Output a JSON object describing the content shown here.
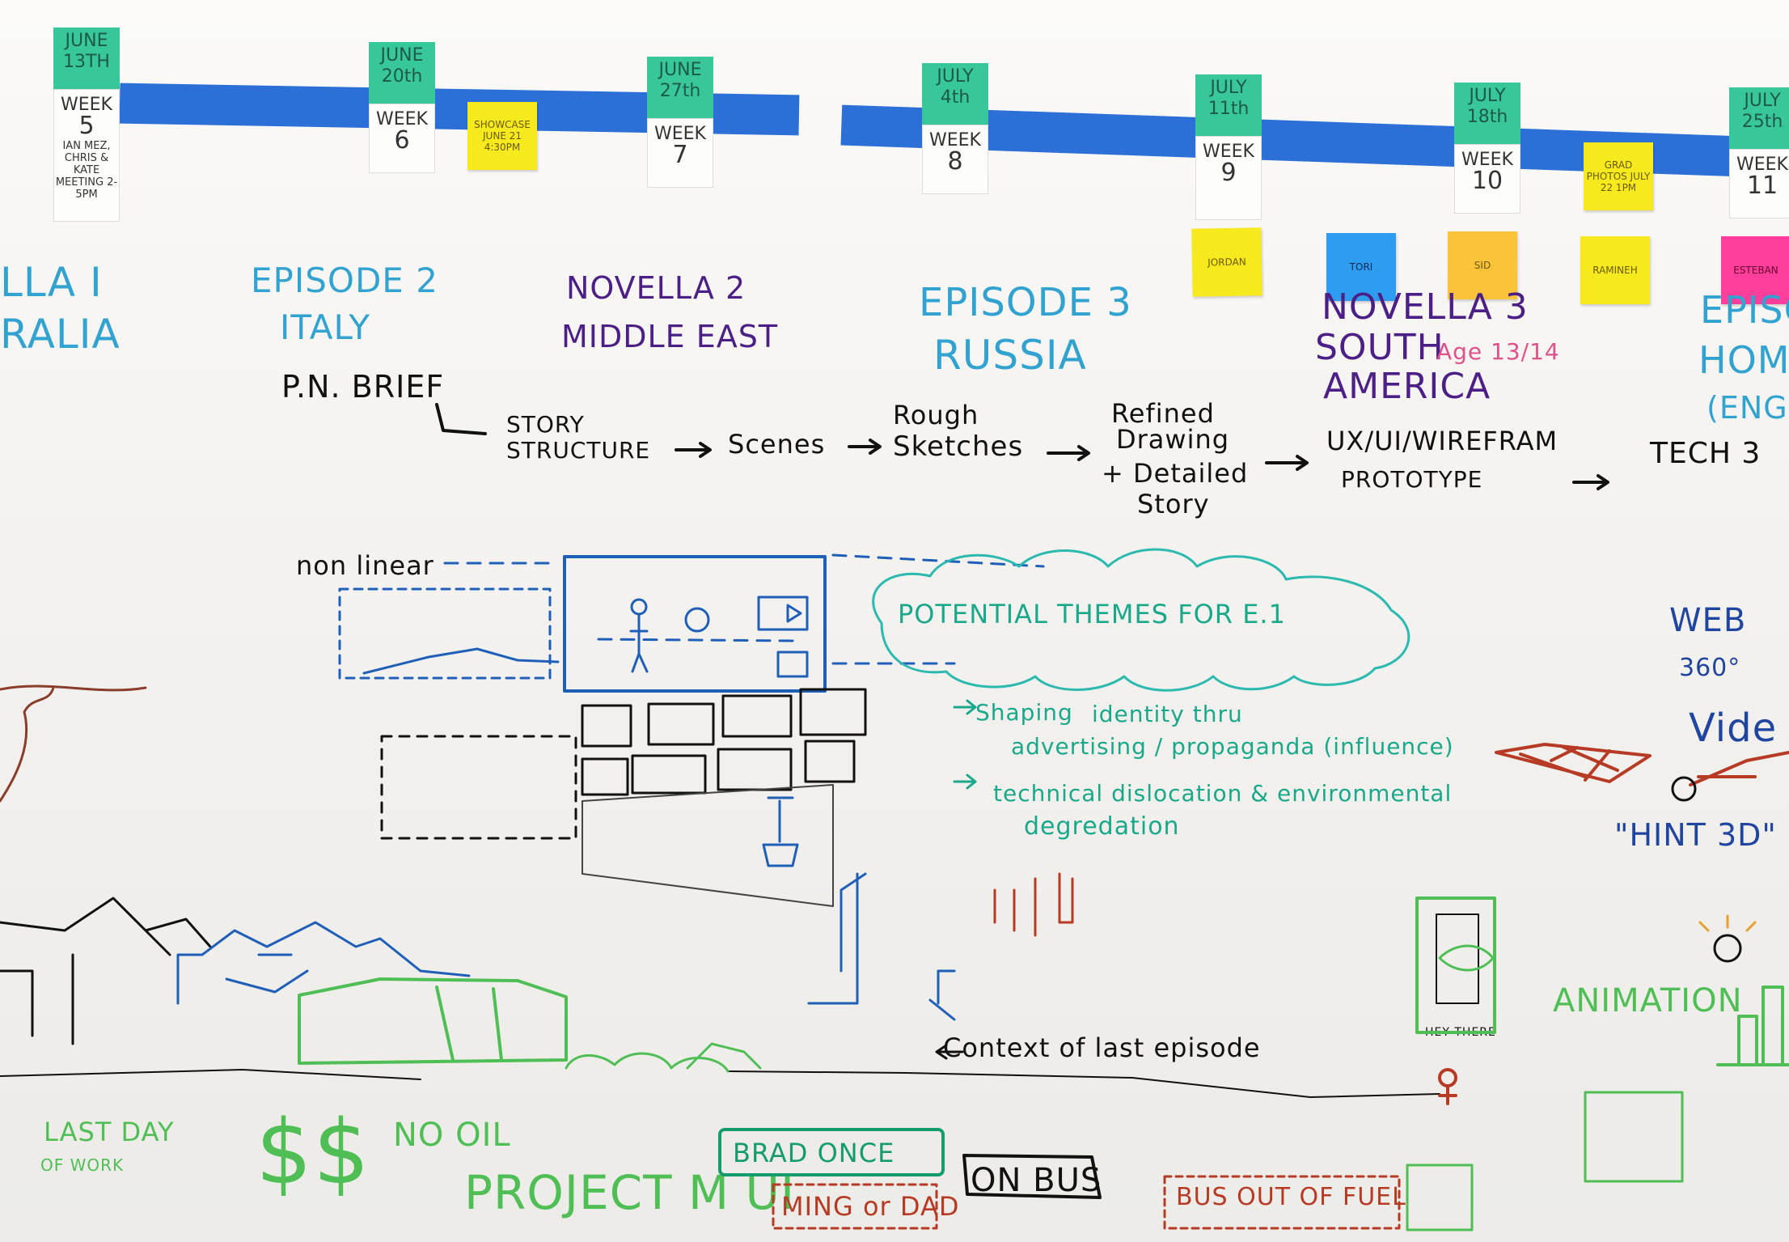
{
  "timeline": {
    "weeks": [
      {
        "month": "JUNE",
        "day": "13TH",
        "label": "WEEK",
        "num": "5"
      },
      {
        "month": "JUNE",
        "day": "20th",
        "label": "WEEK",
        "num": "6"
      },
      {
        "month": "JUNE",
        "day": "27th",
        "label": "WEEK",
        "num": "7"
      },
      {
        "month": "JULY",
        "day": "4th",
        "label": "WEEK",
        "num": "8"
      },
      {
        "month": "JULY",
        "day": "11th",
        "label": "WEEK",
        "num": "9"
      },
      {
        "month": "JULY",
        "day": "18th",
        "label": "WEEK",
        "num": "10"
      },
      {
        "month": "JULY",
        "day": "25th",
        "label": "WEEK",
        "num": "11"
      }
    ],
    "week5_note": "IAN MEZ, CHRIS & KATE MEETING 2-5PM",
    "sticky_notes": [
      {
        "text": "SHOWCASE JUNE 21 4:30PM"
      },
      {
        "text": "GRAD PHOTOS JULY 22 1PM"
      },
      {
        "text": "JORDAN"
      },
      {
        "text": "TORI"
      },
      {
        "text": "SID"
      },
      {
        "text": "RAMINEH"
      },
      {
        "text": "ESTEBAN"
      }
    ]
  },
  "episodes": [
    {
      "title": "LLA I",
      "subtitle": "RALIA"
    },
    {
      "title": "EPISODE 2",
      "subtitle": "ITALY"
    },
    {
      "title": "NOVELLA 2",
      "subtitle": "MIDDLE EAST"
    },
    {
      "title": "EPISODE 3",
      "subtitle": "RUSSIA"
    },
    {
      "title": "NOVELLA 3",
      "subtitle": "SOUTH",
      "subtitle2": "AMERICA",
      "age": "Age 13/14"
    },
    {
      "title": "EPISO",
      "subtitle": "HOME",
      "subtitle2": "(ENGL"
    }
  ],
  "process": {
    "brief": "P.N. BRIEF",
    "story_structure_1": "STORY",
    "story_structure_2": "STRUCTURE",
    "scenes": "Scenes",
    "rough_1": "Rough",
    "rough_2": "Sketches",
    "refined_1": "Refined",
    "refined_2": "Drawing",
    "refined_3": "+ Detailed",
    "refined_4": "Story",
    "ux": "UX/UI/WIREFRAM",
    "prototype": "PROTOTYPE",
    "tech": "TECH 3"
  },
  "sketch": {
    "non_linear": "non linear",
    "themes_title": "POTENTIAL THEMES FOR E.1",
    "theme_1a": "Shaping",
    "theme_1b": "identity thru",
    "theme_1c": "advertising / propaganda (influence)",
    "theme_2a": "technical dislocation & environmental",
    "theme_2b": "degredation",
    "web": "WEB",
    "deg": "360°",
    "video": "Vide",
    "hint": "\"HINT 3D\"",
    "animation": "ANIMATION",
    "context": "Context of last episode",
    "last_day": "LAST DAY",
    "of_work": "OF WORK",
    "no_oil": "NO OIL",
    "project": "PROJECT M  UI",
    "brad": "BRAD ONCE",
    "ming": "MING or DAD",
    "on_bus": "ON BUS",
    "bus_fuel": "BUS OUT OF FUEL",
    "dollars": "$$",
    "hey": "HEY THERE"
  }
}
